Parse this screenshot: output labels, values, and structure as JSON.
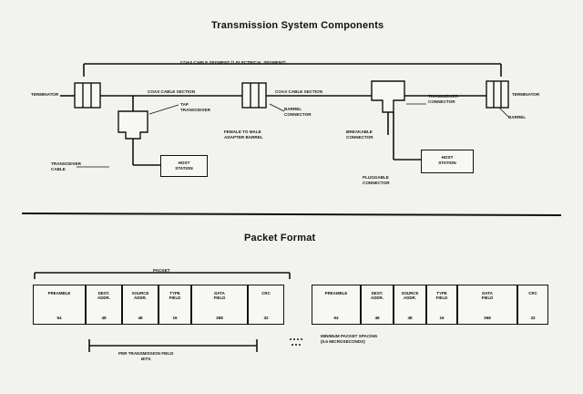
{
  "transmission": {
    "title": "Transmission System Components",
    "span_label": "COAX CABLE SEGMENT (1 ELECTRICAL SEGMENT)",
    "labels": {
      "terminator_left": "TERMINATOR",
      "coax_section_1": "COAX CABLE SECTION",
      "coax_section_2": "COAX CABLE SECTION",
      "tap": "TAP\nTRANSCEIVER",
      "transceiver_cable_left": "TRANSCEIVER\nCABLE",
      "host_station_left": "HOST\nSTATION",
      "barrel_connector_1": "BARREL\nCONNECTOR",
      "female_connector": "FEMALE TO MALE\nADAPTER BARREL",
      "transceiver_right": "TRANSCEIVER\nCONNECTOR",
      "breakable_connector": "BREAKABLE\nCONNECTOR",
      "host_station_right": "HOST\nSTATION",
      "pluggable_connector": "PLUGGABLE\nCONNECTOR",
      "terminator_right": "TERMINATOR",
      "barrel_right": "BARREL"
    }
  },
  "packet": {
    "title": "Packet Format",
    "span_label": "PACKET",
    "left_cells": [
      {
        "label": "PREAMBLE",
        "num": "64"
      },
      {
        "label": "DEST.\nADDR.",
        "num": "48"
      },
      {
        "label": "SOURCE\nADDR.",
        "num": "48"
      },
      {
        "label": "TYPE\nFIELD",
        "num": "16"
      },
      {
        "label": "DATA\nFIELD",
        "num": "368"
      },
      {
        "label": "CRC",
        "num": "32"
      }
    ],
    "right_cells": [
      {
        "label": "PREAMBLE",
        "num": "64"
      },
      {
        "label": "DEST.\nADDR.",
        "num": "48"
      },
      {
        "label": "SOURCE\nADDR.",
        "num": "48"
      },
      {
        "label": "TYPE\nFIELD",
        "num": "16"
      },
      {
        "label": "DATA\nFIELD",
        "num": "368"
      },
      {
        "label": "CRC",
        "num": "32"
      }
    ],
    "bottom_left_label": "PER TRANSMISSION FIELD\nBITS",
    "bottom_right_label": "MINIMUM PACKET SPACING\n(9.6 MICROSECONDS)"
  }
}
